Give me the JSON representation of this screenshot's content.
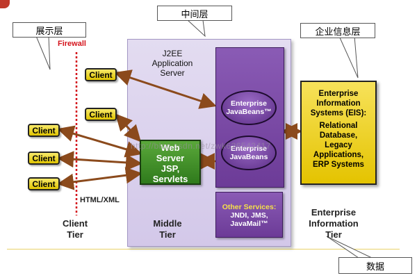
{
  "callouts": {
    "presentation": "展示层",
    "middle": "中间层",
    "enterprise_info": "企业信息层",
    "data": "数据"
  },
  "firewall_label": "Firewall",
  "clients": {
    "label": "Client"
  },
  "html_xml_label": "HTML/XML",
  "app_server": {
    "line1": "J2EE",
    "line2": "Application",
    "line3": "Server"
  },
  "ejb_top": {
    "line1": "Enterprise",
    "line2": "JavaBeans™"
  },
  "ejb_bottom": {
    "line1": "Enterprise",
    "line2": "JavaBeans"
  },
  "web_server": {
    "line1": "Web",
    "line2": "Server",
    "line3": "JSP,",
    "line4": "Servlets"
  },
  "other_services": {
    "line1": "Other Services:",
    "line2": "JNDI, JMS,",
    "line3": "JavaMail™"
  },
  "eis": {
    "line1": "Enterprise",
    "line2": "Information",
    "line3": "Systems (EIS):",
    "line4": "Relational",
    "line5": "Database,",
    "line6": "Legacy",
    "line7": "Applications,",
    "line8": "ERP Systems"
  },
  "tiers": {
    "client": [
      "Client",
      "Tier"
    ],
    "middle": [
      "Middle",
      "Tier"
    ],
    "enterprise": [
      "Enterprise",
      "Information",
      "Tier"
    ]
  },
  "watermark": "http://blog.csdn.net/zwk626542417",
  "colors": {
    "client_fill": "#e8d21a",
    "web_server_fill": "#3f8f27",
    "ejb_fill": "#7a4aa6",
    "eis_fill": "#f0d21e",
    "middle_panel": "#dcd4ee",
    "firewall": "#d4141c",
    "arrow": "#8b4a1c"
  }
}
